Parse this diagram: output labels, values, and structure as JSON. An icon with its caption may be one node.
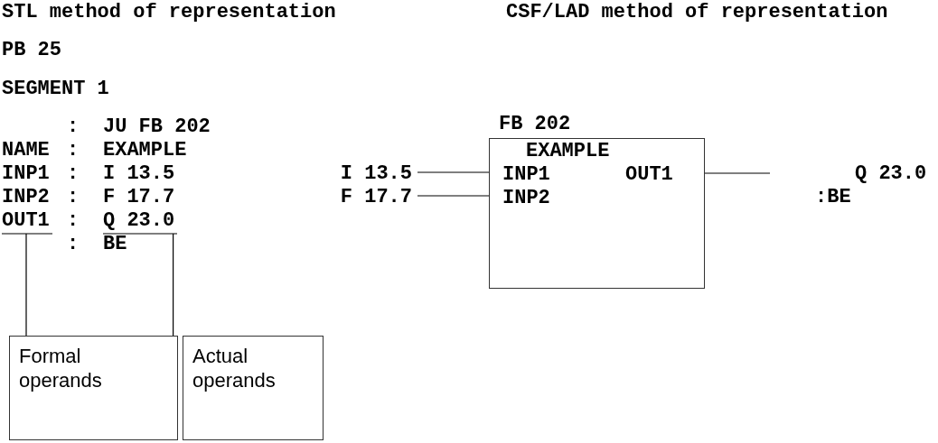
{
  "diagram": {
    "nodes": [
      {
        "text": [
          "EXAMPLE",
          "INP1",
          "OUT1",
          "INP2"
        ],
        "beside": [
          "FB 202"
        ]
      },
      {
        "text": [
          "I 13.5"
        ]
      },
      {
        "text": [
          "F 17.7"
        ]
      },
      {
        "text": [
          "OUT1"
        ]
      },
      {
        "text": [
          "Q 23.0"
        ]
      },
      {
        "text": [
          "Formal operands"
        ]
      },
      {
        "text": [
          "Actual operands"
        ]
      }
    ],
    "edges": [
      {
        "from": 1,
        "to": 0,
        "arrow": "none"
      },
      {
        "from": 2,
        "to": 0,
        "arrow": "none"
      },
      {
        "from": 0,
        "to": null,
        "arrow": "none"
      },
      {
        "from": 5,
        "to": 3,
        "arrow": "none"
      },
      {
        "from": 6,
        "to": 4,
        "arrow": "none"
      }
    ],
    "labels": [
      "STL method of representation",
      "CSF/LAD method of representation",
      "PB 25",
      "SEGMENT 1",
      ":",
      "JU FB 202",
      "NAME",
      ":",
      "EXAMPLE",
      "INP1",
      ":",
      "I 13.5",
      "Q 23.0",
      "INP2",
      ":",
      "F 17.7",
      ":BE",
      ":",
      ":",
      "BE"
    ]
  }
}
